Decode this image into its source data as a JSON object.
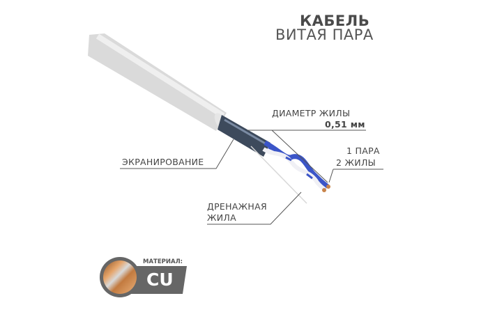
{
  "title": {
    "line1": "КАБЕЛЬ",
    "line2": "ВИТАЯ ПАРА"
  },
  "callouts": {
    "diameter_label": "ДИАМЕТР ЖИЛЫ",
    "diameter_value": "0,51 мм",
    "pairs_line1": "1 ПАРА",
    "pairs_line2": "2 ЖИЛЫ",
    "shielding": "ЭКРАНИРОВАНИЕ",
    "drain_line1": "ДРЕНАЖНАЯ",
    "drain_line2": "ЖИЛА"
  },
  "material": {
    "label": "МАТЕРИАЛ:",
    "value": "CU"
  },
  "colors": {
    "jacket": "#dcdcdc",
    "shield": "#3d4a5c",
    "pair_blue": "#3b55c8",
    "copper": "#c8844a",
    "badge": "#666666"
  }
}
